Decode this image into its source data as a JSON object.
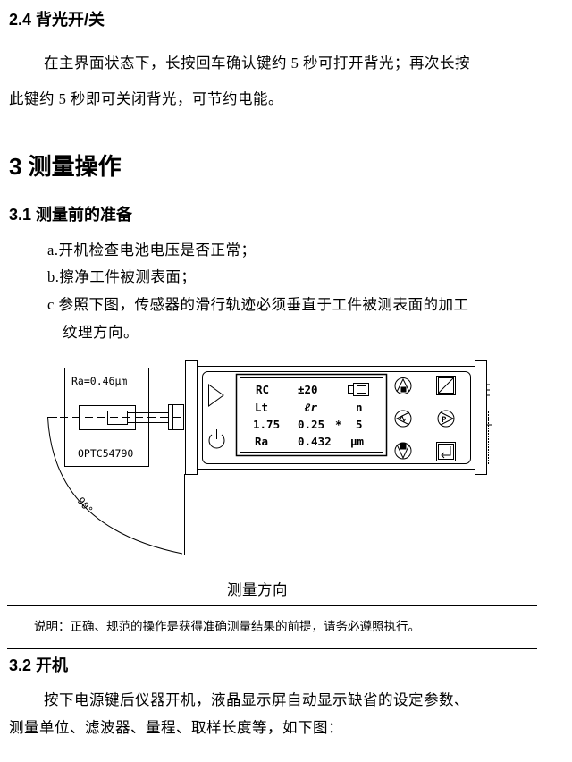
{
  "section_2_4": {
    "heading": "2.4  背光开/关",
    "paragraph_line1": "在主界面状态下，长按回车确认键约 5 秒可打开背光；再次长按",
    "paragraph_line2": "此键约 5 秒即可关闭背光，可节约电能。"
  },
  "chapter_3": {
    "heading": "3  测量操作"
  },
  "section_3_1": {
    "heading": "3.1  测量前的准备",
    "items": [
      "a.开机检查电池电压是否正常；",
      "b.擦净工件被测表面；",
      "c 参照下图，传感器的滑行轨迹必须垂直于工件被测表面的加工",
      "纹理方向。"
    ]
  },
  "figure": {
    "sensor_label_top": "Ra=0.46μm",
    "sensor_label_bottom": "OPTC54790",
    "angle_label": "90°",
    "caption": "测量方向",
    "lcd": {
      "row1": [
        "RC",
        "±20",
        ""
      ],
      "row2": [
        "Lt",
        "ℓr",
        "n"
      ],
      "row3": [
        "1.75",
        "0.25",
        "*",
        "5"
      ],
      "row4": [
        "Ra",
        "0.432",
        "μm"
      ]
    },
    "buttons": {
      "start": "start-triangle",
      "power": "power",
      "up": "up-arrow",
      "left": "filter-left",
      "down": "down-arrow",
      "units": "unit-switch",
      "print": "P",
      "enter": "enter"
    }
  },
  "note": {
    "text": "说明：正确、规范的操作是获得准确测量结果的前提，请务必遵照执行。"
  },
  "section_3_2": {
    "heading": "3.2  开机",
    "paragraph_line1": "按下电源键后仪器开机，液晶显示屏自动显示缺省的设定参数、",
    "paragraph_line2": "测量单位、滤波器、量程、取样长度等，如下图："
  }
}
